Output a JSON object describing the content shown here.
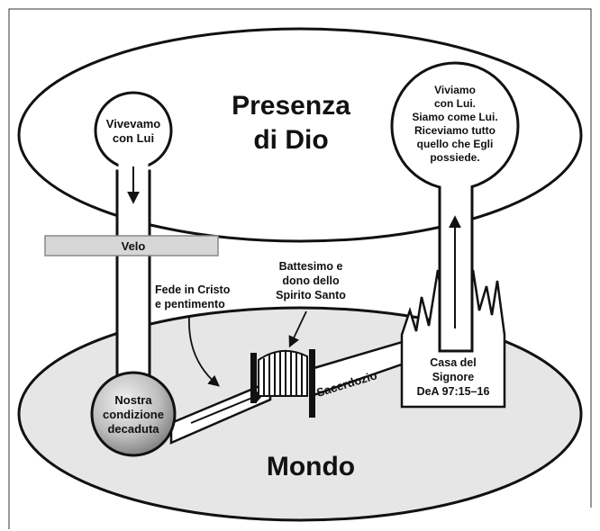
{
  "presence": {
    "line1": "Presenza",
    "line2": "di Dio"
  },
  "world": {
    "label": "Mondo"
  },
  "left_bubble": {
    "line1": "Vivevamo",
    "line2": "con Lui"
  },
  "right_bubble": {
    "line1": "Viviamo",
    "line2": "con Lui.",
    "line3": "Siamo come Lui.",
    "line4": "Riceviamo tutto",
    "line5": "quello che Egli",
    "line6": "possiede."
  },
  "veil": {
    "label": "Velo"
  },
  "fallen": {
    "line1": "Nostra",
    "line2": "condizione",
    "line3": "decaduta"
  },
  "faith": {
    "line1": "Fede in Cristo",
    "line2": "e pentimento"
  },
  "baptism": {
    "line1": "Battesimo e",
    "line2": "dono dello",
    "line3": "Spirito Santo"
  },
  "priesthood": {
    "label": "Sacerdozio"
  },
  "temple": {
    "line1": "Casa del",
    "line2": "Signore",
    "line3": "DeA 97:15–16"
  }
}
